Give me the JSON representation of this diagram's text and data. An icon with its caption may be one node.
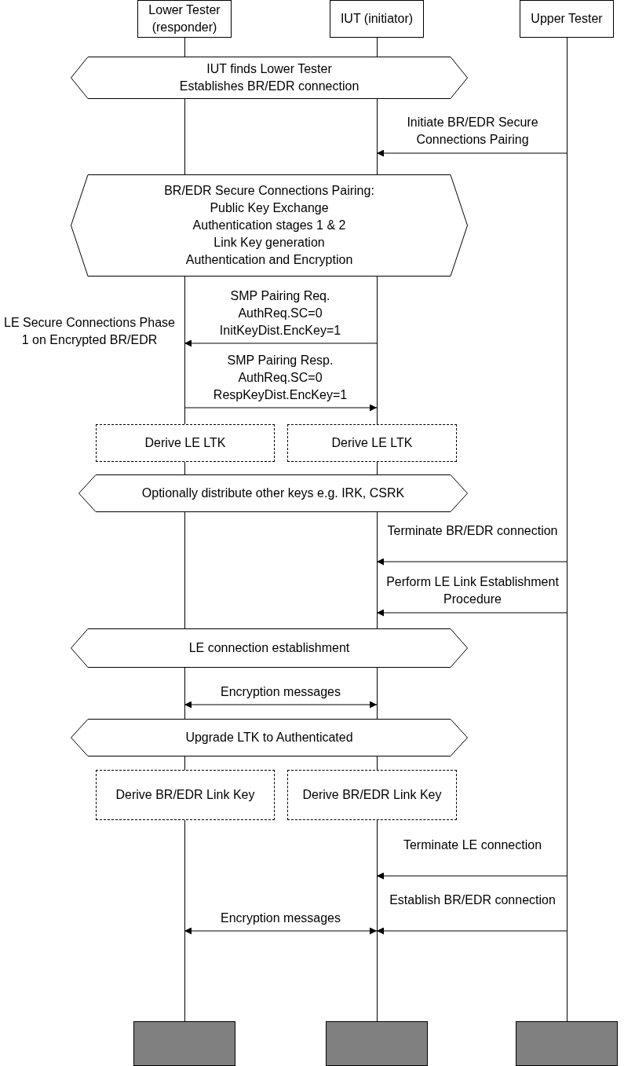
{
  "diagram": {
    "nodes": [
      {
        "text": [
          "Lower Tester (responder)"
        ]
      },
      {
        "text": [
          "IUT (initiator)"
        ]
      },
      {
        "text": [
          "Upper Tester"
        ]
      },
      {
        "text": [
          "IUT finds Lower Tester",
          "Establishes BR/EDR connection"
        ]
      },
      {
        "text": [
          "BR/EDR Secure Connections Pairing:",
          "Public Key Exchange",
          "Authentication stages 1 & 2",
          "Link Key generation",
          "Authentication and Encryption"
        ]
      },
      {
        "text": [
          "Derive LE LTK"
        ]
      },
      {
        "text": [
          "Derive LE LTK"
        ]
      },
      {
        "text": [
          "Optionally distribute other keys e.g. IRK, CSRK"
        ]
      },
      {
        "text": [
          "LE connection establishment"
        ]
      },
      {
        "text": [
          "Upgrade LTK to Authenticated"
        ]
      },
      {
        "text": [
          "Derive BR/EDR Link Key"
        ]
      },
      {
        "text": [
          "Derive BR/EDR Link Key"
        ]
      },
      {
        "text": [],
        "shape": "box"
      },
      {
        "text": [],
        "shape": "box"
      },
      {
        "text": [],
        "shape": "box"
      },
      {
        "text": [],
        "shape": "line"
      },
      {
        "text": [],
        "shape": "line"
      },
      {
        "text": [],
        "shape": "line"
      }
    ],
    "edges": [
      {
        "from": 17,
        "to": 16,
        "arrow": "to",
        "label": "Initiate BR/EDR Secure Connections Pairing"
      },
      {
        "from": 16,
        "to": 15,
        "arrow": "to",
        "label": "SMP Pairing Req. AuthReq.SC=0 InitKeyDist.EncKey=1"
      },
      {
        "from": 15,
        "to": 16,
        "arrow": "to",
        "label": "SMP Pairing Resp. AuthReq.SC=0 RespKeyDist.EncKey=1"
      },
      {
        "from": 17,
        "to": 16,
        "arrow": "to",
        "label": "Terminate BR/EDR connection"
      },
      {
        "from": 17,
        "to": 16,
        "arrow": "to",
        "label": "Perform LE Link Establishment Procedure"
      },
      {
        "from": 15,
        "to": 16,
        "arrow": "both",
        "label": "Encryption messages"
      },
      {
        "from": 17,
        "to": 16,
        "arrow": "to",
        "label": "Terminate LE connection"
      },
      {
        "from": 17,
        "to": 16,
        "arrow": "to",
        "label": "Establish BR/EDR connection"
      },
      {
        "from": 15,
        "to": 16,
        "arrow": "both",
        "label": "Encryption messages"
      }
    ],
    "labels": [
      "LE Secure Connections Phase 1 on Encrypted BR/EDR"
    ]
  }
}
